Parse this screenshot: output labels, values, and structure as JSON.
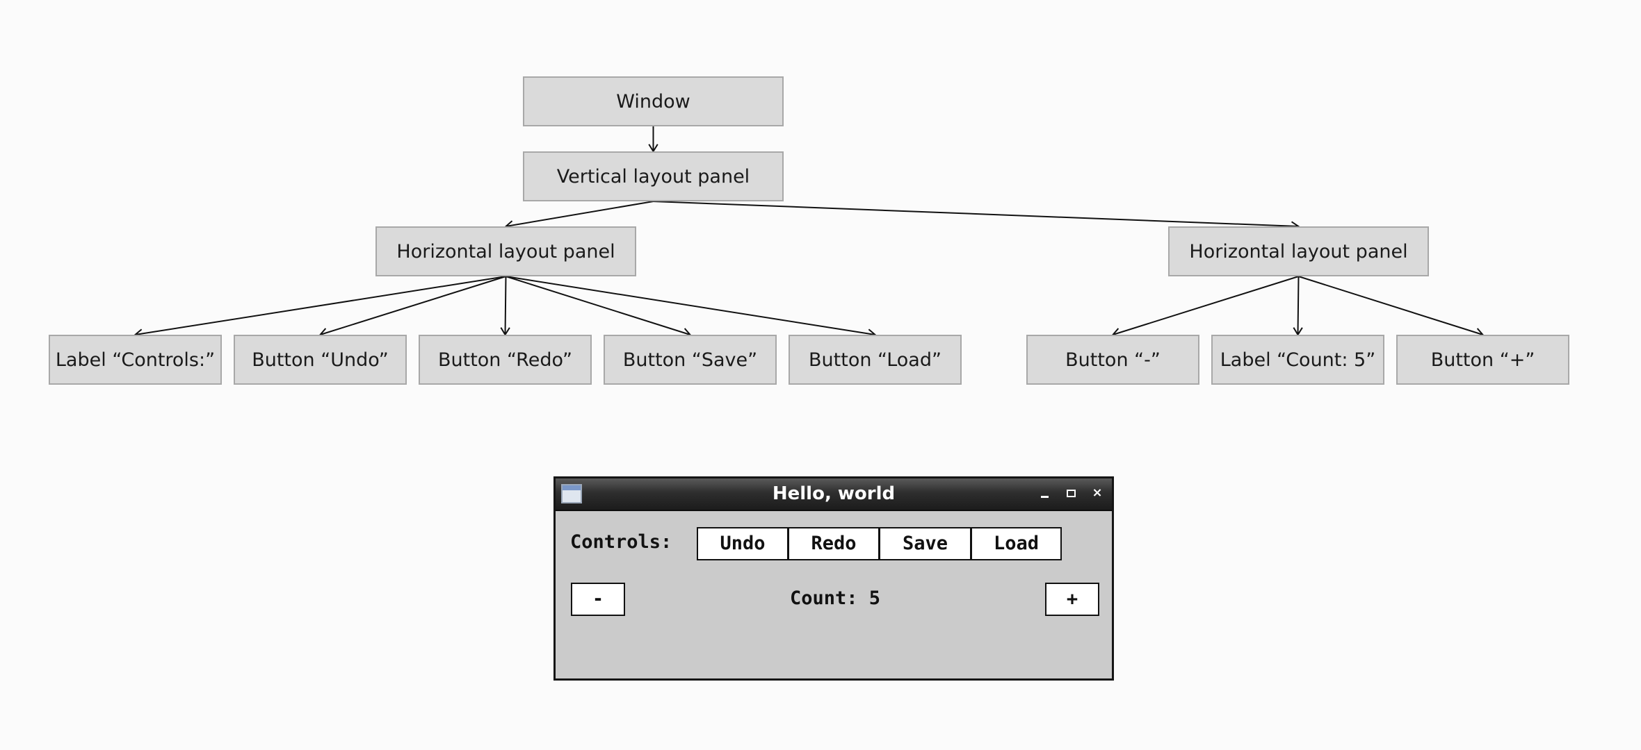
{
  "diagram": {
    "nodes": {
      "window": "Window",
      "vertical_panel": "Vertical layout panel",
      "horizontal_panel_1": "Horizontal layout panel",
      "horizontal_panel_2": "Horizontal layout panel",
      "leaf_controls_label": "Label “Controls:”",
      "leaf_undo": "Button “Undo”",
      "leaf_redo": "Button “Redo”",
      "leaf_save": "Button “Save”",
      "leaf_load": "Button “Load”",
      "leaf_minus": "Button “-”",
      "leaf_count_label": "Label “Count: 5”",
      "leaf_plus": "Button “+”"
    },
    "edges": [
      [
        "window",
        "vertical_panel"
      ],
      [
        "vertical_panel",
        "horizontal_panel_1"
      ],
      [
        "vertical_panel",
        "horizontal_panel_2"
      ],
      [
        "horizontal_panel_1",
        "leaf_controls_label"
      ],
      [
        "horizontal_panel_1",
        "leaf_undo"
      ],
      [
        "horizontal_panel_1",
        "leaf_redo"
      ],
      [
        "horizontal_panel_1",
        "leaf_save"
      ],
      [
        "horizontal_panel_1",
        "leaf_load"
      ],
      [
        "horizontal_panel_2",
        "leaf_minus"
      ],
      [
        "horizontal_panel_2",
        "leaf_count_label"
      ],
      [
        "horizontal_panel_2",
        "leaf_plus"
      ]
    ]
  },
  "app_window": {
    "title": "Hello, world",
    "icon": "window-app-icon",
    "title_buttons": [
      "minimize-icon",
      "maximize-icon",
      "close-icon"
    ],
    "close_glyph": "×",
    "controls_label": "Controls:",
    "buttons": {
      "undo": "Undo",
      "redo": "Redo",
      "save": "Save",
      "load": "Load",
      "minus": "-",
      "plus": "+"
    },
    "count_label": "Count: 5"
  },
  "colors": {
    "node_fill": "#dadada",
    "node_border": "#a8a8a8",
    "window_body": "#cbcbcb",
    "titlebar": "#1c1c1c"
  }
}
